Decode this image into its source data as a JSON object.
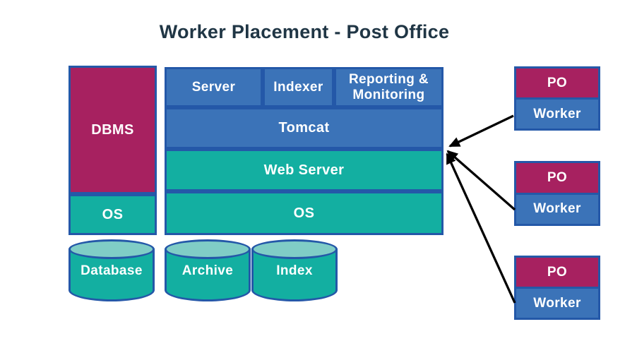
{
  "title": "Worker Placement - Post Office",
  "colors": {
    "magenta": "#A72160",
    "blue": "#3B73B8",
    "teal": "#13AFA1",
    "teal_light": "#80CDC6",
    "border_blue": "#2458A8",
    "title_text": "#203645",
    "label_text": "#FFFFFF",
    "arrow": "#000000"
  },
  "left_stack": {
    "dbms": "DBMS",
    "os": "OS",
    "database": "Database"
  },
  "middle_stack": {
    "server": "Server",
    "indexer": "Indexer",
    "reporting": "Reporting & Monitoring",
    "tomcat": "Tomcat",
    "web_server": "Web Server",
    "os": "OS",
    "archive": "Archive",
    "index": "Index"
  },
  "worker_boxes": [
    {
      "po": "PO",
      "worker": "Worker"
    },
    {
      "po": "PO",
      "worker": "Worker"
    },
    {
      "po": "PO",
      "worker": "Worker"
    }
  ]
}
